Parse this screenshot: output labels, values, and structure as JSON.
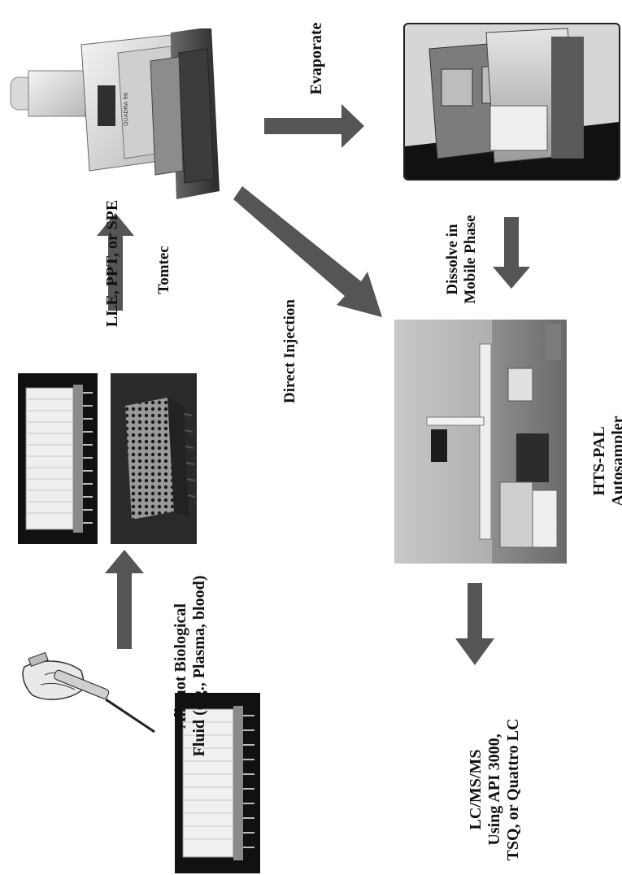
{
  "colors": {
    "arrow": "#555555",
    "text": "#111111"
  },
  "labels": {
    "evaporate": "Evaporate",
    "lle": "LLE, PPT, or SPE",
    "tomtec": "Tomtec",
    "direct_injection": "Direct Injection",
    "dissolve_l1": "Dissolve in",
    "dissolve_l2": "Mobile Phase",
    "aliquot_l1": "Aliquot Biological",
    "aliquot_l2": "Fluid (e.g., Plasma, blood)",
    "hts_l1": "HTS-PAL",
    "hts_l2": "Autosampler",
    "lcms_l1": "LC/MS/MS",
    "lcms_l2": "Using API 3000,",
    "lcms_l3": "TSQ, or Quattro LC"
  },
  "images": {
    "tomtec_instrument": "photo of Tomtec Quadra 96 instrument",
    "evaporator": "photo of evaporator",
    "well_plate_top": "photo of 96-well plate",
    "well_plate_bottom": "photo of 96-well filter plate",
    "well_plate_aliquot": "photo of 96-well plate",
    "autosampler": "photo of HTS-PAL autosampler",
    "pipette": "illustration of hand holding pipette"
  }
}
